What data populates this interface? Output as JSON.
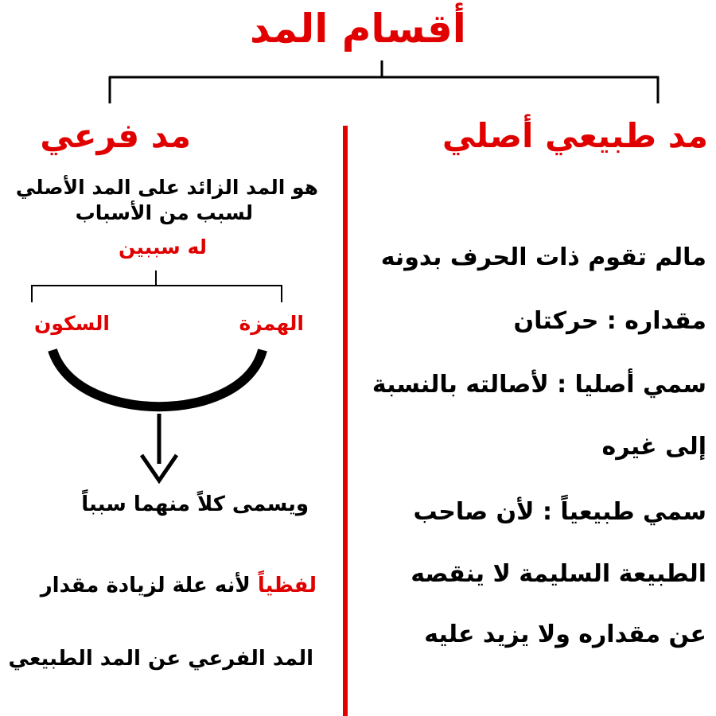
{
  "title": "أقسام المد",
  "colors": {
    "accent": "#e00000",
    "text": "#000000",
    "background": "#ffffff"
  },
  "right_column": {
    "heading": "مد طبيعي أصلي",
    "lines": [
      "مالم تقوم ذات الحرف بدونه",
      "مقداره : حركتان",
      "سمي أصليا : لأصالته بالنسبة",
      "إلى غيره",
      "سمي طبيعياً : لأن صاحب",
      "الطبيعة السليمة لا ينقصه",
      "عن مقداره ولا يزيد عليه"
    ]
  },
  "left_column": {
    "heading": "مد فرعي",
    "definition": [
      "هو المد الزائد على المد الأصلي",
      "لسبب من الأسباب"
    ],
    "causes_label": "له سببين",
    "cause_1": "الهمزة",
    "cause_2": "السكون",
    "note": "ويسمى كلاً منهما سبباً",
    "verbal_label": "لفظياً",
    "verbal_reason": "لأنه علة لزيادة مقدار",
    "final_line": "المد الفرعي عن المد الطبيعي"
  }
}
